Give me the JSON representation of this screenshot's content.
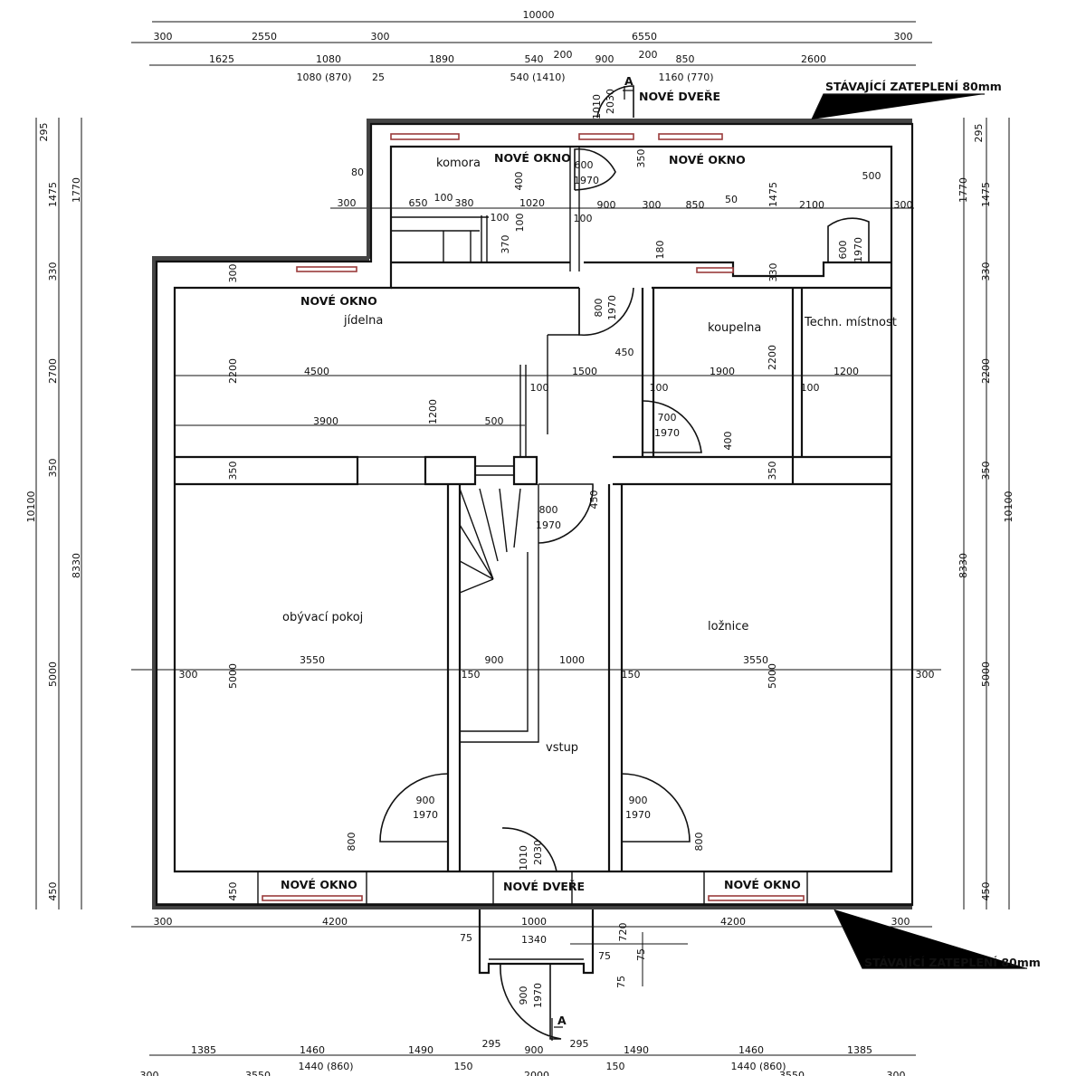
{
  "rooms": {
    "komora": "komora",
    "jidelna": "jídelna",
    "koupelna": "koupelna",
    "techn": "Techn. místnost",
    "obyvaci": "obývací pokoj",
    "loznice": "ložnice",
    "vstup": "vstup"
  },
  "notes": {
    "new_window": "NOVÉ OKNO",
    "new_door": "NOVÉ DVEŘE",
    "insulation": "STÁVAJÍCÍ ZATEPLENÍ 80mm",
    "section_mark": "A"
  },
  "dimensions": {
    "top": [
      "10000",
      "300",
      "2550",
      "300",
      "6550",
      "300",
      "1625",
      "1080",
      "1890",
      "540",
      "200",
      "900",
      "200",
      "850",
      "2600",
      "1080 (870)",
      "25",
      "540 (1410)",
      "1160 (770)"
    ],
    "left": [
      "10100",
      "295",
      "1475",
      "330",
      "2700",
      "350",
      "5000",
      "450",
      "1770",
      "8330"
    ],
    "right": [
      "10100",
      "295",
      "1475",
      "330",
      "2200",
      "350",
      "5000",
      "450",
      "1770",
      "8330"
    ],
    "bottom": [
      "300",
      "4200",
      "1000",
      "4200",
      "300",
      "75",
      "1340",
      "75",
      "720",
      "75",
      "75",
      "1385",
      "1460",
      "1490",
      "295",
      "900",
      "295",
      "1490",
      "1460",
      "1385",
      "1440 (860)",
      "150",
      "150",
      "1440 (860)",
      "300",
      "3550",
      "2000",
      "3550",
      "300"
    ],
    "interior": [
      "80",
      "300",
      "650",
      "100",
      "380",
      "400",
      "1020",
      "100",
      "100",
      "370",
      "600",
      "1970",
      "350",
      "900",
      "100",
      "300",
      "850",
      "50",
      "1475",
      "2100",
      "500",
      "300",
      "180",
      "600",
      "1970",
      "330",
      "300",
      "2200",
      "4500",
      "1200",
      "3900",
      "500",
      "100",
      "1500",
      "800",
      "1970",
      "450",
      "1900",
      "2200",
      "1200",
      "100",
      "100",
      "700",
      "1970",
      "400",
      "350",
      "350",
      "800",
      "1970",
      "450",
      "300",
      "3550",
      "5000",
      "150",
      "900",
      "1000",
      "150",
      "3550",
      "5000",
      "300",
      "900",
      "1970",
      "900",
      "1970",
      "800",
      "800",
      "450",
      "1010",
      "2030",
      "1010",
      "2030",
      "900",
      "1970"
    ]
  }
}
